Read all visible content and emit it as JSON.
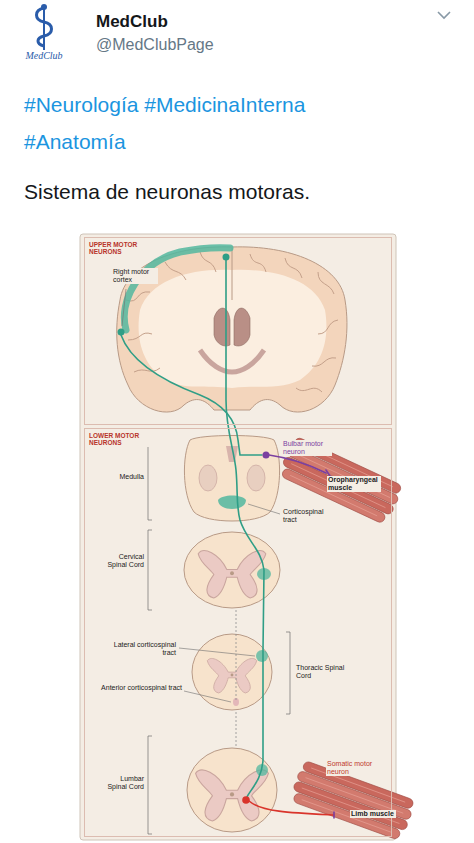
{
  "diagram": {
    "title": "Sistema de neuronas motoras.",
    "nodes": [
      {
        "text": [
          "UPPER MOTOR NEURONS"
        ]
      },
      {
        "text": [
          "LOWER MOTOR NEURONS"
        ]
      }
    ],
    "labels": [
      "MedClub",
      "MedClub",
      "@MedClubPage",
      "#Neurología #MedicinaInterna #Anatomía",
      "Right motor cortex",
      "Medulla",
      "Bulbar motor neuron",
      "Oropharyngeal muscle",
      "Corticospinal tract",
      "Cervical Spinal Cord",
      "Lateral corticospinal tract",
      "Anterior corticospinal tract",
      "Thoracic Spinal Cord",
      "Lumbar Spinal Cord",
      "Somatic motor neuron",
      "Limb muscle"
    ]
  }
}
